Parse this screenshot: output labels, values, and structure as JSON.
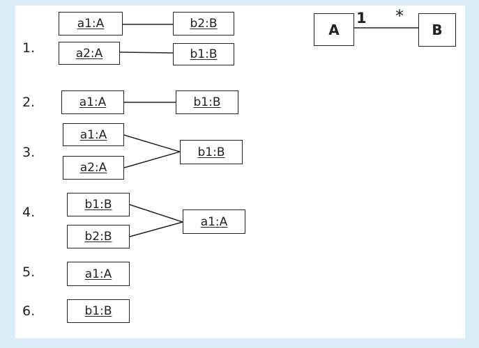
{
  "class_diagram": {
    "class_a": "A",
    "class_b": "B",
    "mult_a": "1",
    "mult_b": "*"
  },
  "cases": [
    {
      "number": "1.",
      "objects": [
        "a1:A",
        "b2:B",
        "a2:A",
        "b1:B"
      ]
    },
    {
      "number": "2.",
      "objects": [
        "a1:A",
        "b1:B"
      ]
    },
    {
      "number": "3.",
      "objects": [
        "a1:A",
        "a2:A",
        "b1:B"
      ]
    },
    {
      "number": "4.",
      "objects": [
        "b1:B",
        "b2:B",
        "a1:A"
      ]
    },
    {
      "number": "5.",
      "objects": [
        "a1:A"
      ]
    },
    {
      "number": "6.",
      "objects": [
        "b1:B"
      ]
    }
  ]
}
